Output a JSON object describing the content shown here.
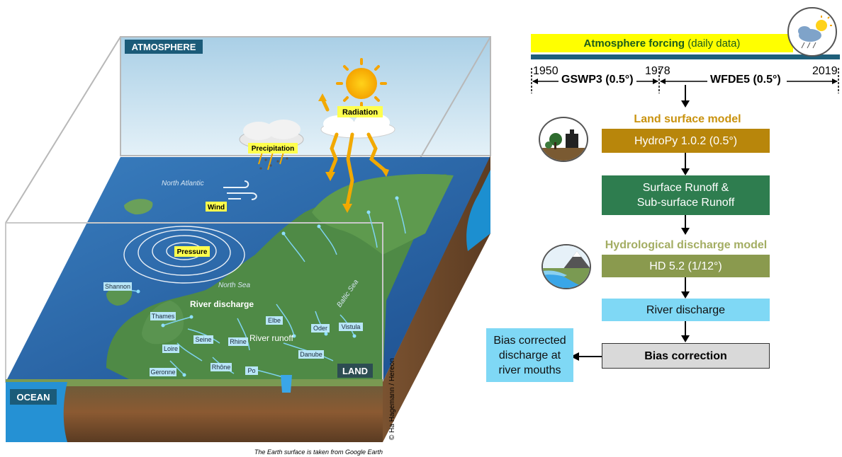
{
  "illustration": {
    "atmosphere_label": "ATMOSPHERE",
    "ocean_label": "OCEAN",
    "land_label": "LAND",
    "radiation": "Radiation",
    "precipitation": "Precipitation",
    "wind": "Wind",
    "pressure": "Pressure",
    "north_atlantic": "North Atlantic",
    "north_sea": "North Sea",
    "baltic_sea": "Baltic Sea",
    "river_discharge": "River discharge",
    "river_runoff": "River runoff",
    "rivers": [
      "Shannon",
      "Thames",
      "Elbe",
      "Oder",
      "Vistula",
      "Seine",
      "Rhine",
      "Loire",
      "Danube",
      "Rhône",
      "Geronne",
      "Po"
    ],
    "copyright": "© Ha Hagemann / Hereon",
    "caption": "The Earth surface is taken from Google Earth"
  },
  "flow": {
    "forcing_bold": "Atmosphere forcing",
    "forcing_rest": " (daily data)",
    "timeline": {
      "start_year": "1950",
      "switch_year": "1978",
      "end_year": "2019",
      "dataset1": "GSWP3 (0.5°)",
      "dataset2": "WFDE5 (0.5°)"
    },
    "land_model_title": "Land surface model",
    "land_model_box": "HydroPy 1.0.2 (0.5°)",
    "runoff_box_line1": "Surface Runoff &",
    "runoff_box_line2": "Sub-surface Runoff",
    "hd_model_title": "Hydrological discharge model",
    "hd_model_box": "HD 5.2 (1/12°)",
    "river_discharge_box": "River discharge",
    "bias_box": "Bias correction",
    "output_line1": "Bias corrected",
    "output_line2": "discharge at",
    "output_line3": "river mouths"
  },
  "colors": {
    "forcing_bar": "#ffff00",
    "timeline_line": "#1f5f7a",
    "land_model": "#b8860b",
    "runoff": "#2e7d4f",
    "hd_model": "#8a9a4e",
    "river_discharge": "#7fd8f5",
    "bias": "#d9d9d9",
    "land_title": "#c9920e",
    "hd_title": "#a3ad62"
  }
}
